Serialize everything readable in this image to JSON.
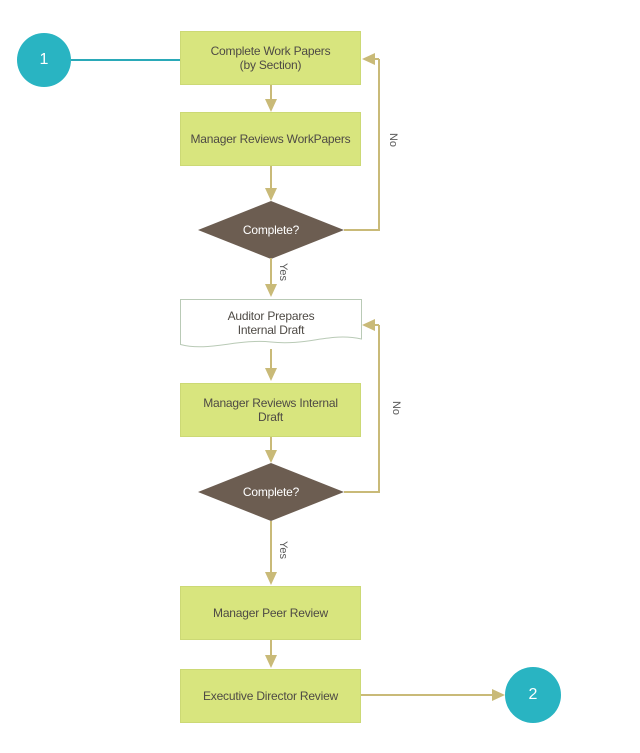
{
  "diagram": {
    "nodes": {
      "start_connector": {
        "label": "1"
      },
      "complete_work_papers": {
        "label": "Complete Work Papers\n(by Section)"
      },
      "manager_reviews_workpapers": {
        "label": "Manager Reviews WorkPapers"
      },
      "decision_complete_1": {
        "label": "Complete?"
      },
      "auditor_prepares_internal_draft": {
        "label": "Auditor Prepares\nInternal Draft"
      },
      "manager_reviews_internal_draft": {
        "label": "Manager Reviews Internal\nDraft"
      },
      "decision_complete_2": {
        "label": "Complete?"
      },
      "manager_peer_review": {
        "label": "Manager Peer Review"
      },
      "executive_director_review": {
        "label": "Executive Director Review"
      },
      "end_connector": {
        "label": "2"
      }
    },
    "edge_labels": {
      "no_1": "No",
      "yes_1": "Yes",
      "no_2": "No",
      "yes_2": "Yes"
    },
    "colors": {
      "process_fill": "#d8e57e",
      "decision_fill": "#6c5d51",
      "terminal_fill": "#29b4c2",
      "connector": "#c9ba78",
      "start_connector_line": "#2aa9b8",
      "document_border": "#b9cab6",
      "text": "#4e4a45"
    }
  }
}
